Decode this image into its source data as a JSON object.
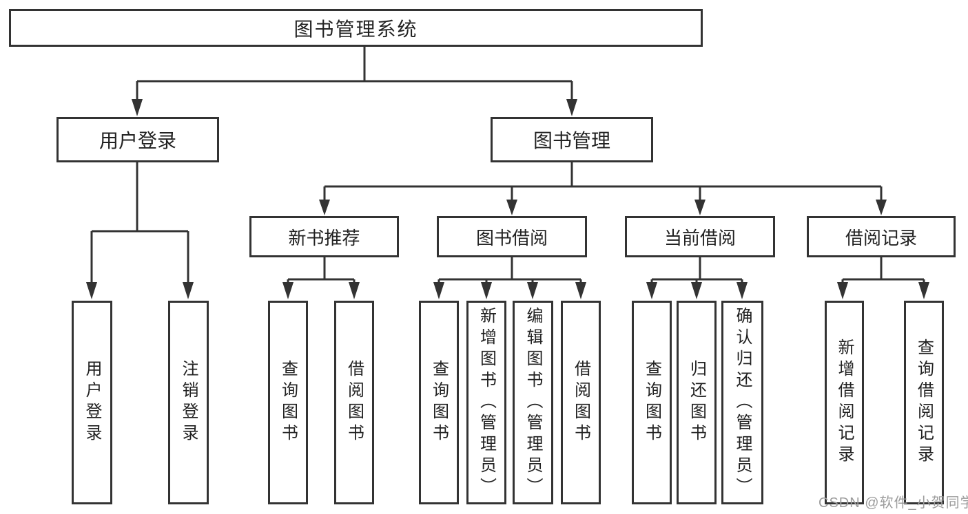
{
  "diagram": {
    "type": "hierarchy-tree",
    "tree": {
      "label": "图书管理系统",
      "children": [
        {
          "label": "用户登录",
          "children": [
            {
              "label": "用户登录"
            },
            {
              "label": "注销登录"
            }
          ]
        },
        {
          "label": "图书管理",
          "children": [
            {
              "label": "新书推荐",
              "children": [
                {
                  "label": "查询图书"
                },
                {
                  "label": "借阅图书"
                }
              ]
            },
            {
              "label": "图书借阅",
              "children": [
                {
                  "label": "查询图书"
                },
                {
                  "label": "新增图书（管理员）"
                },
                {
                  "label": "编辑图书（管理员）"
                },
                {
                  "label": "借阅图书"
                }
              ]
            },
            {
              "label": "当前借阅",
              "children": [
                {
                  "label": "查询图书"
                },
                {
                  "label": "归还图书"
                },
                {
                  "label": "确认归还（管理员）"
                }
              ]
            },
            {
              "label": "借阅记录",
              "children": [
                {
                  "label": "新增借阅记录"
                },
                {
                  "label": "查询借阅记录"
                }
              ]
            }
          ]
        }
      ]
    }
  },
  "watermark": {
    "text": "CSDN @软件_小贺同学"
  },
  "colors": {
    "line": "#333333",
    "box_border": "#333333",
    "text": "#222222",
    "watermark": "#9c9c9c",
    "background": "#ffffff"
  }
}
